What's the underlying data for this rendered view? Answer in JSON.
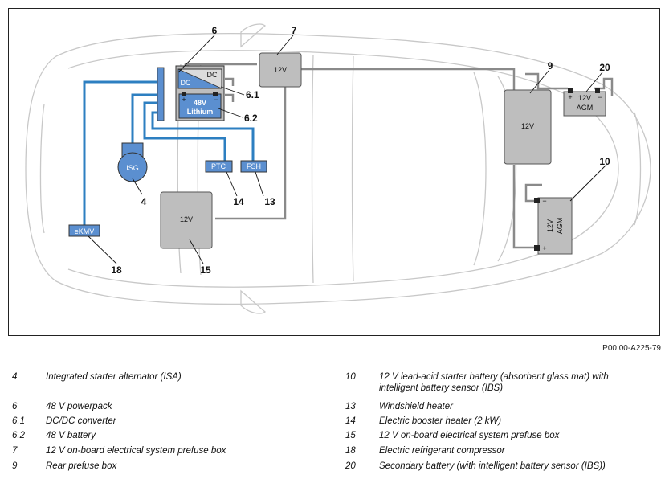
{
  "colors": {
    "blue_line": "#2d7fc1",
    "blue_fill": "#5b8fd0",
    "gray_fill": "#bebebe",
    "gray_line": "#8a8a8a",
    "car_outline": "#c8c8c8"
  },
  "diagram": {
    "ref_code": "P00.00-A225-79",
    "components": {
      "dc_label_1": "DC",
      "dc_label_2": "DC",
      "battery_48v_label": "48V",
      "battery_48v_sub": "Lithium",
      "isg_label": "ISG",
      "ptc_label": "PTC",
      "fsh_label": "FSH",
      "ekmv_label": "eKMV",
      "prefuse_front_label": "12V",
      "prefuse_15_label": "12V",
      "rear_prefuse_label": "12V",
      "battery_20_label": "12V",
      "battery_20_sub": "AGM",
      "battery_10_label": "12V",
      "battery_10_sub": "AGM",
      "plus": "+",
      "minus": "−"
    },
    "callouts": {
      "c4": "4",
      "c6": "6",
      "c61": "6.1",
      "c62": "6.2",
      "c7": "7",
      "c9": "9",
      "c10": "10",
      "c13": "13",
      "c14": "14",
      "c15": "15",
      "c18": "18",
      "c20": "20"
    }
  },
  "legend": [
    {
      "num": "4",
      "text": "Integrated starter alternator (ISA)"
    },
    {
      "num": "6",
      "text": "48 V powerpack"
    },
    {
      "num": "6.1",
      "text": "DC/DC converter"
    },
    {
      "num": "6.2",
      "text": "48 V battery"
    },
    {
      "num": "7",
      "text": "12 V on-board electrical system prefuse box"
    },
    {
      "num": "9",
      "text": "Rear prefuse box"
    },
    {
      "num": "10",
      "text": "12 V lead-acid starter battery (absorbent glass mat) with intelligent battery sensor (IBS)"
    },
    {
      "num": "13",
      "text": "Windshield heater"
    },
    {
      "num": "14",
      "text": "Electric booster heater (2 kW)"
    },
    {
      "num": "15",
      "text": "12 V on-board electrical system prefuse box"
    },
    {
      "num": "18",
      "text": "Electric refrigerant compressor"
    },
    {
      "num": "20",
      "text": "Secondary battery (with intelligent battery sensor (IBS))"
    }
  ]
}
